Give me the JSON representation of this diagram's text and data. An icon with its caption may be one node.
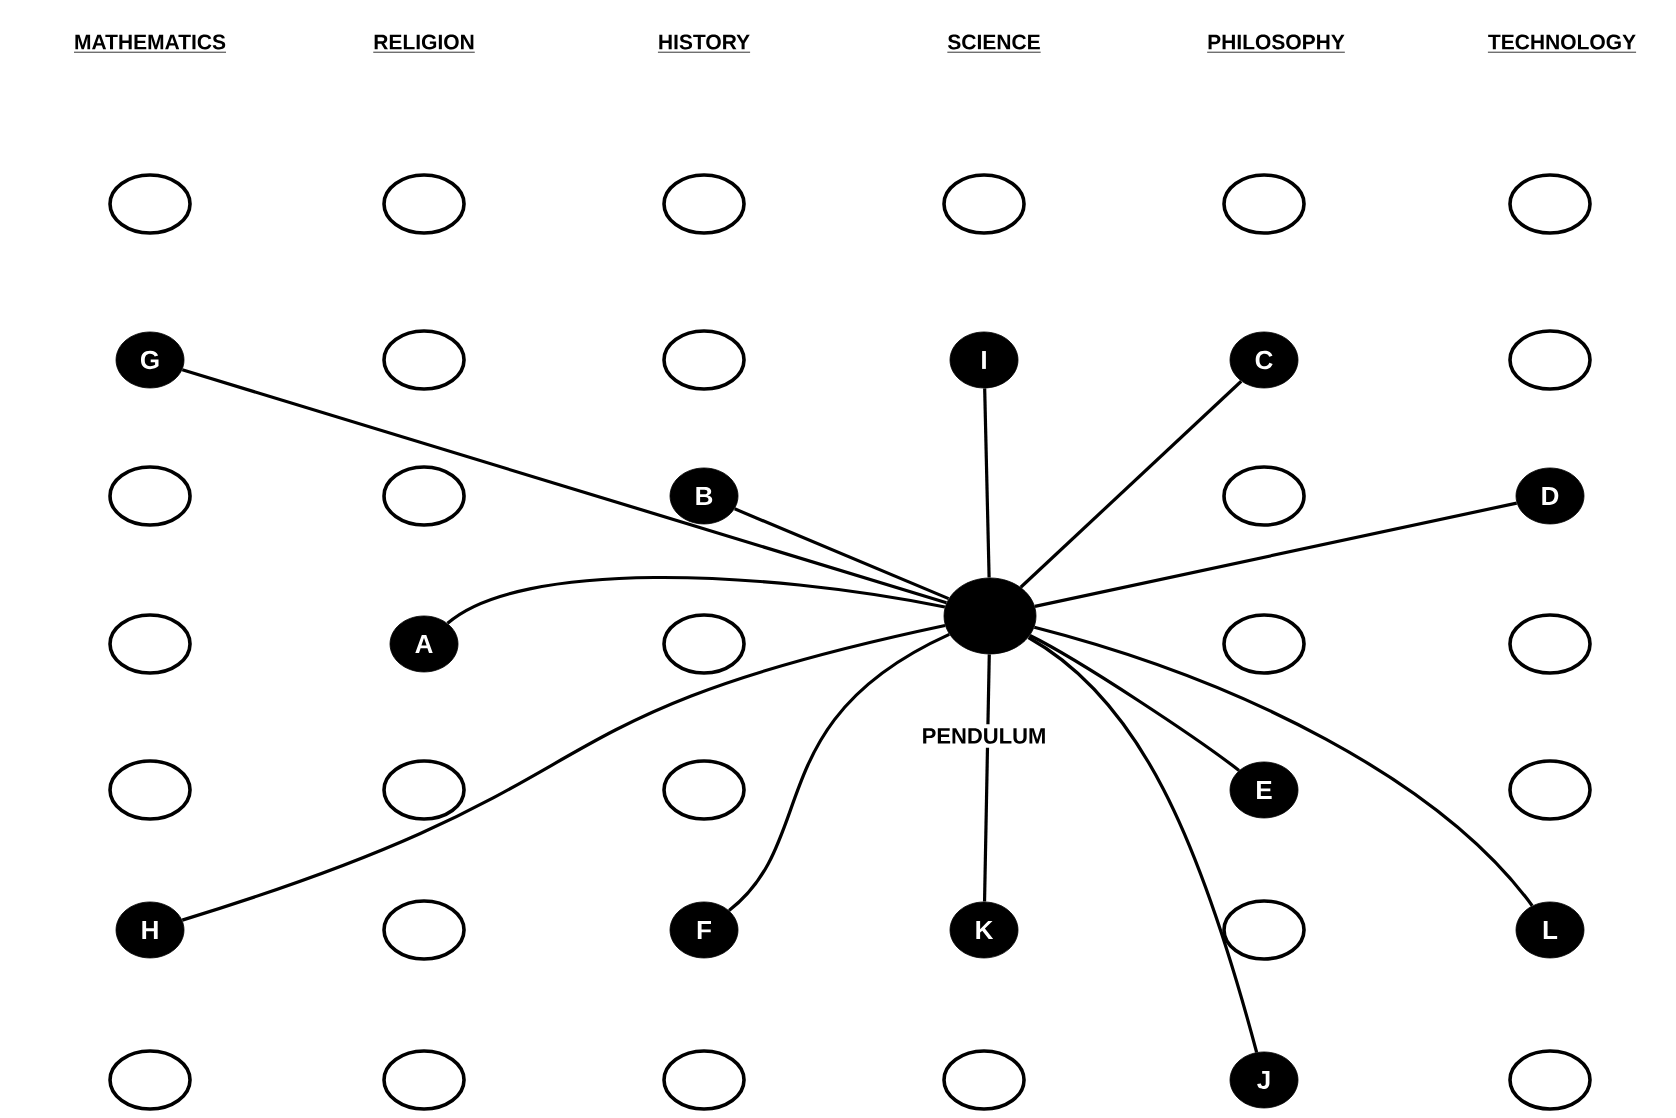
{
  "diagram": {
    "nodes": [
      {
        "text": [],
        "shape": "circle"
      },
      {
        "text": [],
        "shape": "circle"
      },
      {
        "text": [],
        "shape": "circle"
      },
      {
        "text": [],
        "shape": "circle"
      },
      {
        "text": [],
        "shape": "circle"
      },
      {
        "text": [],
        "shape": "circle"
      },
      {
        "text": [
          "G"
        ]
      },
      {
        "text": [],
        "shape": "circle"
      },
      {
        "text": [],
        "shape": "circle"
      },
      {
        "text": [
          "I"
        ]
      },
      {
        "text": [
          "C"
        ]
      },
      {
        "text": [],
        "shape": "circle"
      },
      {
        "text": [],
        "shape": "circle"
      },
      {
        "text": [],
        "shape": "circle"
      },
      {
        "text": [
          "B"
        ]
      },
      {
        "text": [],
        "shape": "circle"
      },
      {
        "text": [
          "D"
        ]
      },
      {
        "text": [],
        "shape": "circle"
      },
      {
        "text": [
          "A"
        ]
      },
      {
        "text": [],
        "shape": "circle"
      },
      {
        "text": [],
        "shape": "circle",
        "beside": [
          "PENDULUM"
        ]
      },
      {
        "text": [],
        "shape": "circle"
      },
      {
        "text": [],
        "shape": "circle"
      },
      {
        "text": [],
        "shape": "circle"
      },
      {
        "text": [],
        "shape": "circle"
      },
      {
        "text": [],
        "shape": "circle"
      },
      {
        "text": [
          "E"
        ]
      },
      {
        "text": [],
        "shape": "circle"
      },
      {
        "text": [
          "H"
        ]
      },
      {
        "text": [],
        "shape": "circle"
      },
      {
        "text": [
          "F"
        ]
      },
      {
        "text": [
          "K"
        ]
      },
      {
        "text": [],
        "shape": "circle"
      },
      {
        "text": [
          "L"
        ]
      },
      {
        "text": [],
        "shape": "circle"
      },
      {
        "text": [],
        "shape": "circle"
      },
      {
        "text": [],
        "shape": "circle"
      },
      {
        "text": [],
        "shape": "circle"
      },
      {
        "text": [
          "J"
        ]
      },
      {
        "text": [],
        "shape": "circle"
      }
    ],
    "edges": [
      {
        "from": 20,
        "to": 6,
        "arrow": "none"
      },
      {
        "from": 20,
        "to": 9,
        "arrow": "none"
      },
      {
        "from": 20,
        "to": 10,
        "arrow": "none"
      },
      {
        "from": 20,
        "to": 14,
        "arrow": "none"
      },
      {
        "from": 20,
        "to": 16,
        "arrow": "none"
      },
      {
        "from": 20,
        "to": 18,
        "arrow": "none"
      },
      {
        "from": 20,
        "to": 26,
        "arrow": "none"
      },
      {
        "from": 20,
        "to": 28,
        "arrow": "none"
      },
      {
        "from": 20,
        "to": 30,
        "arrow": "none"
      },
      {
        "from": 20,
        "to": 31,
        "arrow": "none"
      },
      {
        "from": 20,
        "to": 33,
        "arrow": "none"
      },
      {
        "from": 20,
        "to": 38,
        "arrow": "none"
      }
    ],
    "labels": [
      "MATHEMATICS",
      "RELIGION",
      "HISTORY",
      "SCIENCE",
      "PHILOSOPHY",
      "TECHNOLOGY"
    ]
  }
}
